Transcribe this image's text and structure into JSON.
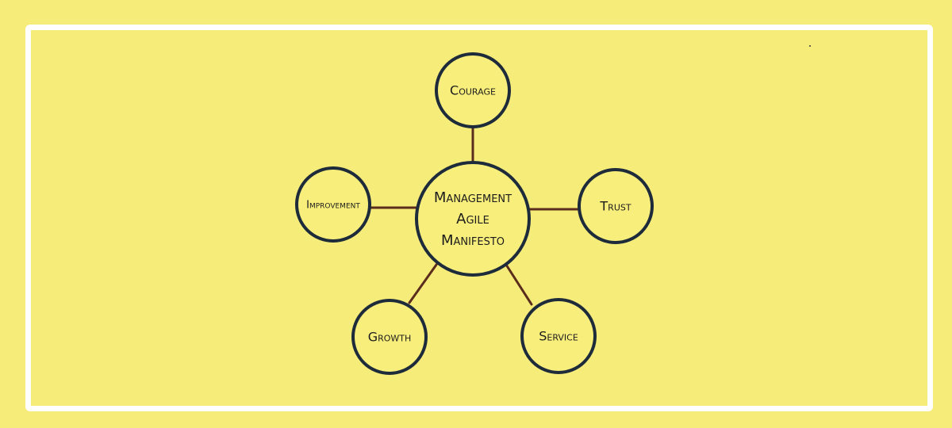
{
  "hub": {
    "lines": [
      "Management",
      "Agile",
      "Manifesto"
    ]
  },
  "nodes": {
    "courage": "Courage",
    "trust": "Trust",
    "improvement": "Improvement",
    "growth": "Growth",
    "service": "Service"
  },
  "colors": {
    "background": "#f6ec7a",
    "frame": "#ffffff",
    "circle_stroke": "#1e2b3a",
    "connector": "#5a2d1c",
    "text": "#1c1c1c"
  }
}
